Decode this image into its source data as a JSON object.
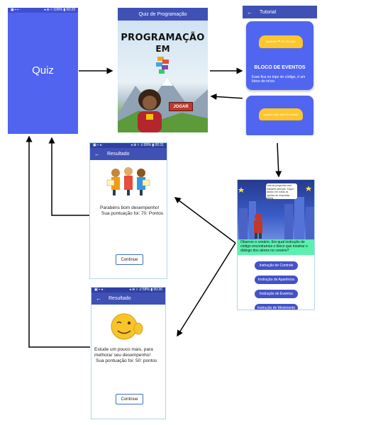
{
  "screen_quiz": {
    "title": "Quiz",
    "status_left": "▣ ▪ ▪ ·",
    "status_right": "◂ ⊕ ▿ 100% ▮ 00:29"
  },
  "screen_home": {
    "appbar_title": "Quiz de Programação",
    "logo_line1": "PROGRAMAÇÃO",
    "logo_line2": "EM",
    "start_label": "JOGAR"
  },
  "screen_tutorial": {
    "appbar_title": "Tutorial",
    "card1": {
      "block_text": "quando ⚑ for clicado",
      "title": "BLOCO DE EVENTOS",
      "body": "Esse fica no topo do código, é um bloco de início."
    },
    "card2": {
      "block_text": "quando este ator for clicado"
    }
  },
  "screen_result_good": {
    "status_left": "▣ ▪ ◂ ·",
    "status_right": "◂ ⊕ ▿ .ıl 89% ▮ 00:31",
    "appbar_title": "Resultado",
    "message": "Parabéns bom desempenho!",
    "score": "Sua pontuação foi: 70: Pontos",
    "continue_label": "Continue"
  },
  "screen_result_bad": {
    "status_left": "▣ ▪ ◂ ·",
    "status_right": "◂ ⊕ ▿ .ıl 58% ▮ 00:36",
    "appbar_title": "Resultado",
    "message": "Estude um pouco mais, para melhorar seu desempenho!",
    "score": "Sua pontuação foi: 50: pontos",
    "continue_label": "Continue"
  },
  "screen_question": {
    "speech": "Leia as perguntas com bastante atenção. Toque abaixo em todas as opções de respostas fáceis.",
    "question": "Observe o cenário. Em qual instrução de código encontramos o bloco que mostrar o diálogo dos atores no cenário?",
    "options": [
      "Instrução de Controle",
      "Instrução de Aparência",
      "Instrução de Eventos",
      "Instrução de Movimento"
    ]
  },
  "colors": {
    "accent": "#3f51b5",
    "quiz_bg": "#5064f0",
    "answer_bg": "#5cf0b0",
    "block": "#ffc62a"
  }
}
